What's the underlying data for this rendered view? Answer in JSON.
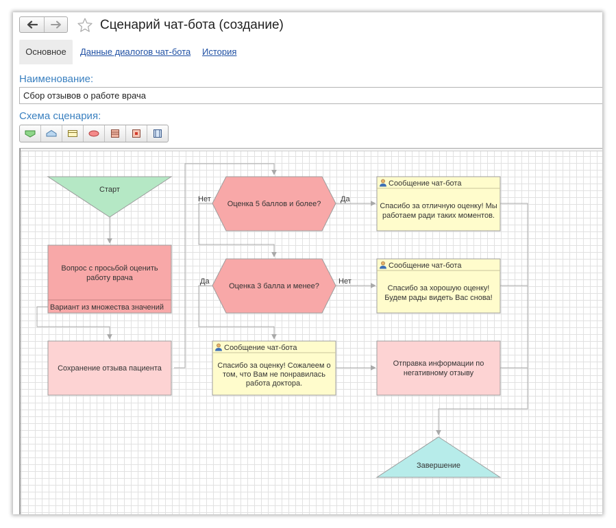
{
  "window": {
    "title": "Сценарий чат-бота (создание)"
  },
  "tabs": [
    {
      "label": "Основное",
      "active": true
    },
    {
      "label": "Данные диалогов чат-бота",
      "active": false
    },
    {
      "label": "История",
      "active": false
    }
  ],
  "form": {
    "name_label": "Наименование:",
    "name_value": "Сбор отзывов о работе врача",
    "schema_label": "Схема сценария:"
  },
  "toolbar_icons": [
    "start-shape-icon",
    "end-shape-icon",
    "message-shape-icon",
    "action-shape-icon",
    "question-shape-icon",
    "save-shape-icon",
    "panel-shape-icon"
  ],
  "colors": {
    "start": "#b5e8c5",
    "end": "#b7ecea",
    "question": "#f8a8a8",
    "action": "#fdd3d3",
    "message": "#fffccc",
    "link": "#1e4fa3",
    "label": "#3a80c0"
  },
  "diagram": {
    "start": {
      "text": "Старт"
    },
    "ask": {
      "line1": "Вопрос с просьбой оценить",
      "line2": "работу врача",
      "footer": "Вариант из множества значений"
    },
    "save": {
      "text": "Сохранение отзыва пациента"
    },
    "q5": {
      "text": "Оценка 5 баллов и более?"
    },
    "q3": {
      "text": "Оценка 3 балла и менее?"
    },
    "msg1": {
      "header": "Сообщение чат-бота",
      "line1": "Спасибо за отличную оценку! Мы",
      "line2": "работаем ради таких моментов."
    },
    "msg2": {
      "header": "Сообщение чат-бота",
      "line1": "Спасибо за хорошую оценку!",
      "line2": "Будем рады видеть Вас снова!"
    },
    "msg3": {
      "header": "Сообщение чат-бота",
      "line1": "Спасибо за оценку! Сожалеем о",
      "line2": "том, что Вам не понравилась",
      "line3": "работа доктора."
    },
    "negative": {
      "line1": "Отправка информации по",
      "line2": "негативному отзыву"
    },
    "end": {
      "text": "Завершение"
    },
    "edge_labels": {
      "q5_no": "Нет",
      "q5_yes": "Да",
      "q3_yes": "Да",
      "q3_no": "Нет"
    }
  }
}
